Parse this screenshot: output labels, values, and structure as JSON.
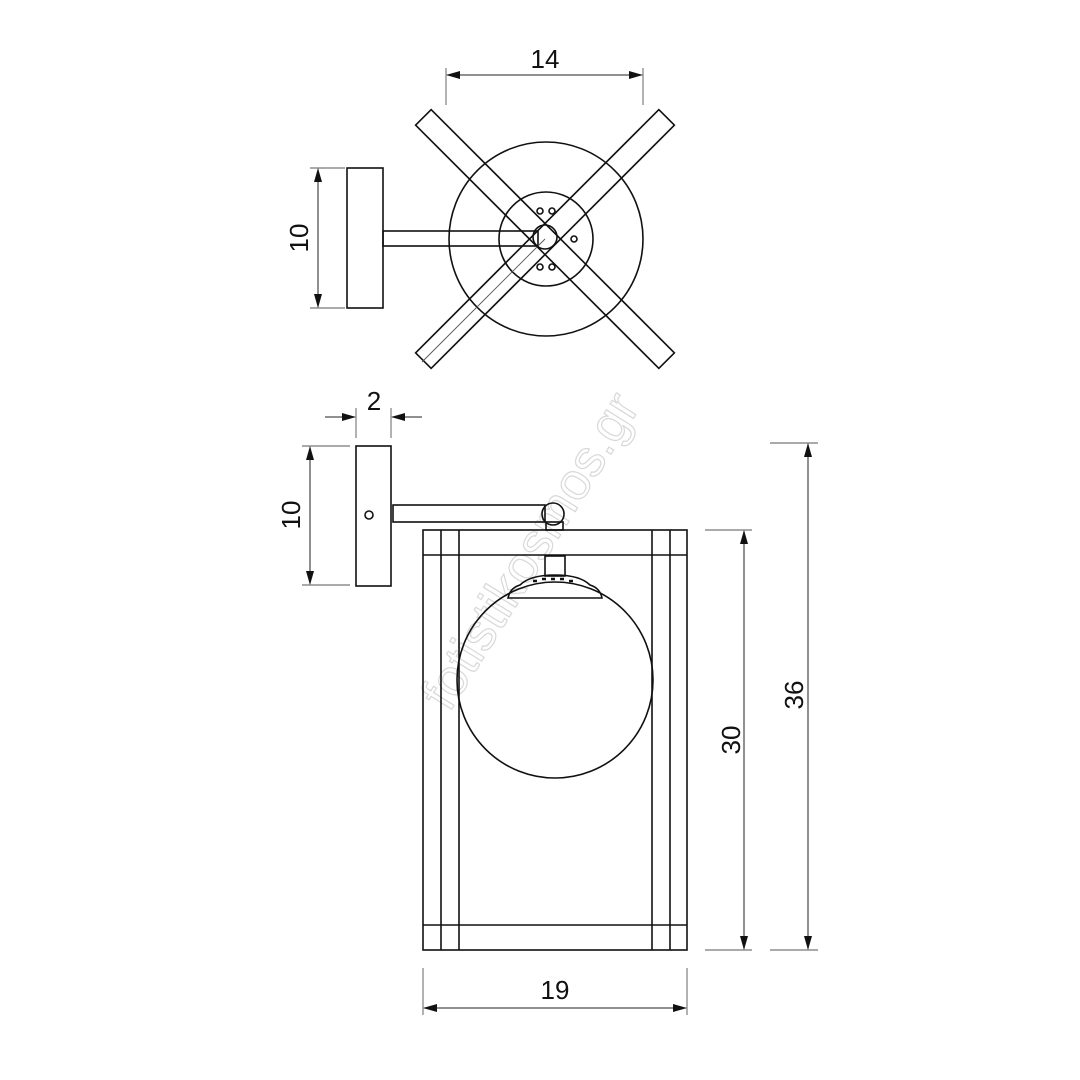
{
  "units_note": "",
  "dimensions": {
    "top_width": "14",
    "top_plate_height": "10",
    "plate_depth": "2",
    "side_plate_height": "10",
    "frame_height": "30",
    "total_height": "36",
    "frame_width": "19"
  },
  "watermark": "fotistikosmos.gr",
  "colors": {
    "line": "#111111",
    "watermark": "#d8d8d8"
  }
}
